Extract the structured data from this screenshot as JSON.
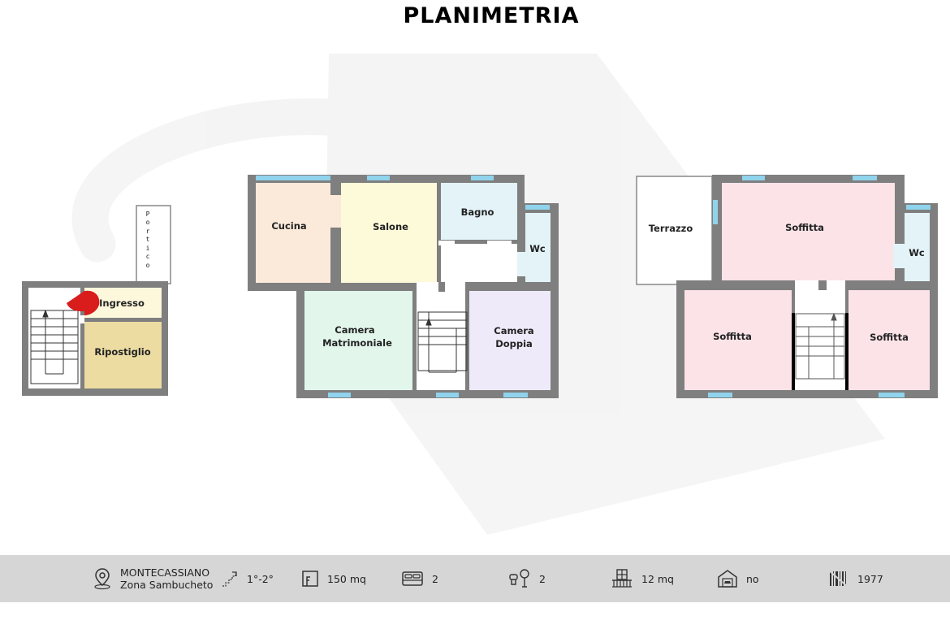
{
  "title": "PLANIMETRIA",
  "rooms": {
    "portico": [
      "P",
      "o",
      "r",
      "t",
      "i",
      "c",
      "o"
    ],
    "ingresso": "Ingresso",
    "ripostiglio": "Ripostiglio",
    "cucina": "Cucina",
    "salone": "Salone",
    "bagno": "Bagno",
    "wc_first": "Wc",
    "camera_matrimoniale": [
      "Camera",
      "Matrimoniale"
    ],
    "camera_doppia": [
      "Camera",
      "Doppia"
    ],
    "terrazzo": "Terrazzo",
    "soffitta_top": "Soffitta",
    "wc_attic": "Wc",
    "soffitta_left": "Soffitta",
    "soffitta_right": "Soffitta"
  },
  "room_colors": {
    "ingresso": "#fdf8dc",
    "ripostiglio": "#ecdca2",
    "cucina": "#fbe9d9",
    "salone": "#fdfad9",
    "bagno": "#e3f3f8",
    "camera_matrimoniale": "#e2f6ec",
    "camera_doppia": "#eeeafa",
    "soffitta": "#fbe3e8",
    "wall": "#7f7f7f",
    "window": "#8fd3ec",
    "entry_arrow": "#d91c1c"
  },
  "footer": {
    "location_line1": "MONTECASSIANO",
    "location_line2": "Zona Sambucheto",
    "floors": "1°-2°",
    "area": "150 mq",
    "bedrooms": "2",
    "bathrooms": "2",
    "balcony": "12 mq",
    "garage": "no",
    "year": "1977"
  },
  "icons": [
    "map-pin-icon",
    "stairs-icon",
    "floor-area-icon",
    "bed-icon",
    "bathroom-icon",
    "balcony-icon",
    "garage-icon",
    "year-barcode-icon"
  ]
}
